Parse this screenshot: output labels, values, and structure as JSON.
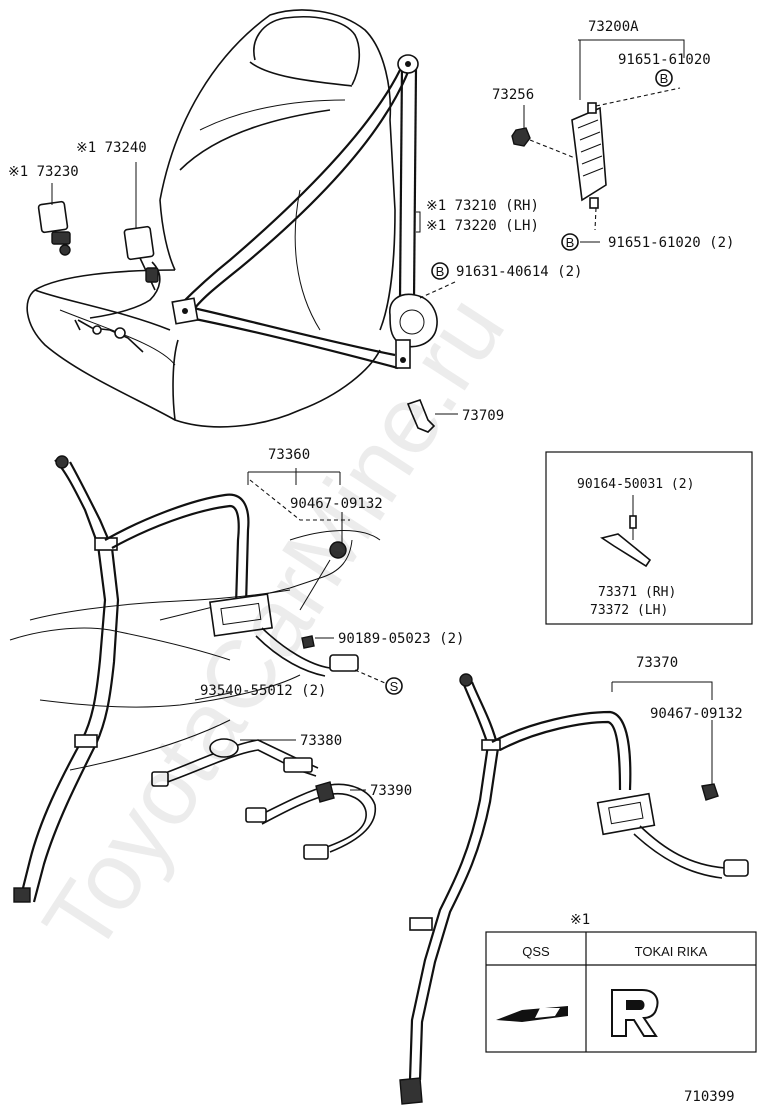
{
  "labels": {
    "l73200A": "73200A",
    "l91651_top": "91651-61020",
    "l73256": "73256",
    "l73240": "※1 73240",
    "l73230": "※1 73230",
    "l73210": "※1 73210 (RH)",
    "l73220": "※1 73220 (LH)",
    "l91651_bot": "91651-61020 (2)",
    "l91631": "91631-40614 (2)",
    "l73709": "73709",
    "l73360": "73360",
    "l90467_a": "90467-09132",
    "l90189": "90189-05023 (2)",
    "l93540": "93540-55012 (2)",
    "l73380": "73380",
    "l73390": "73390",
    "l90164": "90164-50031 (2)",
    "l73371": "73371 (RH)",
    "l73372": "73372 (LH)",
    "l73370": "73370",
    "l90467_b": "90467-09132",
    "l_note1": "※1",
    "diagram_code": "710399"
  },
  "symbols": {
    "b": "B",
    "s": "S"
  },
  "maker_table": {
    "col1": "QSS",
    "col2": "TOKAI RIKA"
  },
  "watermark": "ToyotaCarMine.ru"
}
